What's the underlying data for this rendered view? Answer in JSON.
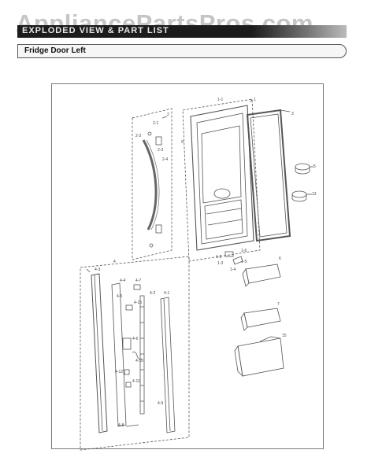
{
  "watermark": "AppliancePartsPros.com",
  "header": {
    "title": "EXPLODED VIEW & PART LIST"
  },
  "section": {
    "title": "Fridge Door Left"
  },
  "callouts": [
    "1",
    "1-1",
    "2",
    "2-1",
    "2-2",
    "2-3",
    "2-4",
    "3",
    "5",
    "6",
    "7",
    "9",
    "13",
    "15",
    "1-3",
    "1-4",
    "1-5",
    "1-6",
    "1-9",
    "4",
    "4-1",
    "4-2",
    "4-3",
    "4-4",
    "4-5",
    "4-6",
    "4-7",
    "4-8",
    "4-9",
    "4-10",
    "4-11",
    "4-12",
    "4-15"
  ],
  "colors": {
    "header": "#1c1c1c",
    "line": "#555555",
    "frame": "#7a7a7a"
  }
}
